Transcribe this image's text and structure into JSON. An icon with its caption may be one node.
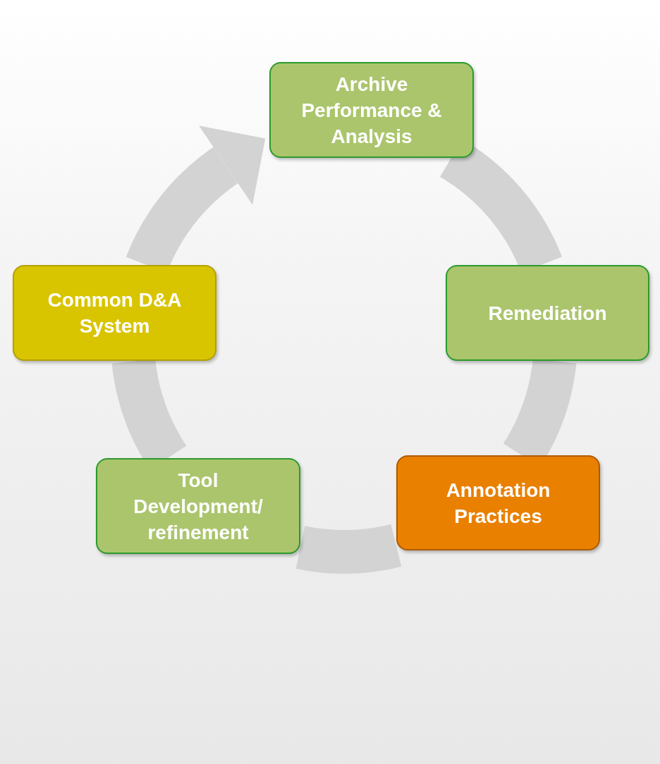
{
  "diagram": {
    "nodes": [
      {
        "text": [
          "Archive Performance & Analysis"
        ]
      },
      {
        "text": [
          "Remediation"
        ]
      },
      {
        "text": [
          "Annotation Practices"
        ]
      },
      {
        "text": [
          "Tool Development/ refinement"
        ]
      },
      {
        "text": [
          "Common D&A System"
        ]
      }
    ],
    "edges": [
      {
        "from": 0,
        "to": 1,
        "arrow": "none"
      },
      {
        "from": 1,
        "to": 2,
        "arrow": "none"
      },
      {
        "from": 2,
        "to": 3,
        "arrow": "none"
      },
      {
        "from": 3,
        "to": 4,
        "arrow": "none"
      },
      {
        "from": 4,
        "to": 0,
        "arrow": "to"
      }
    ]
  }
}
